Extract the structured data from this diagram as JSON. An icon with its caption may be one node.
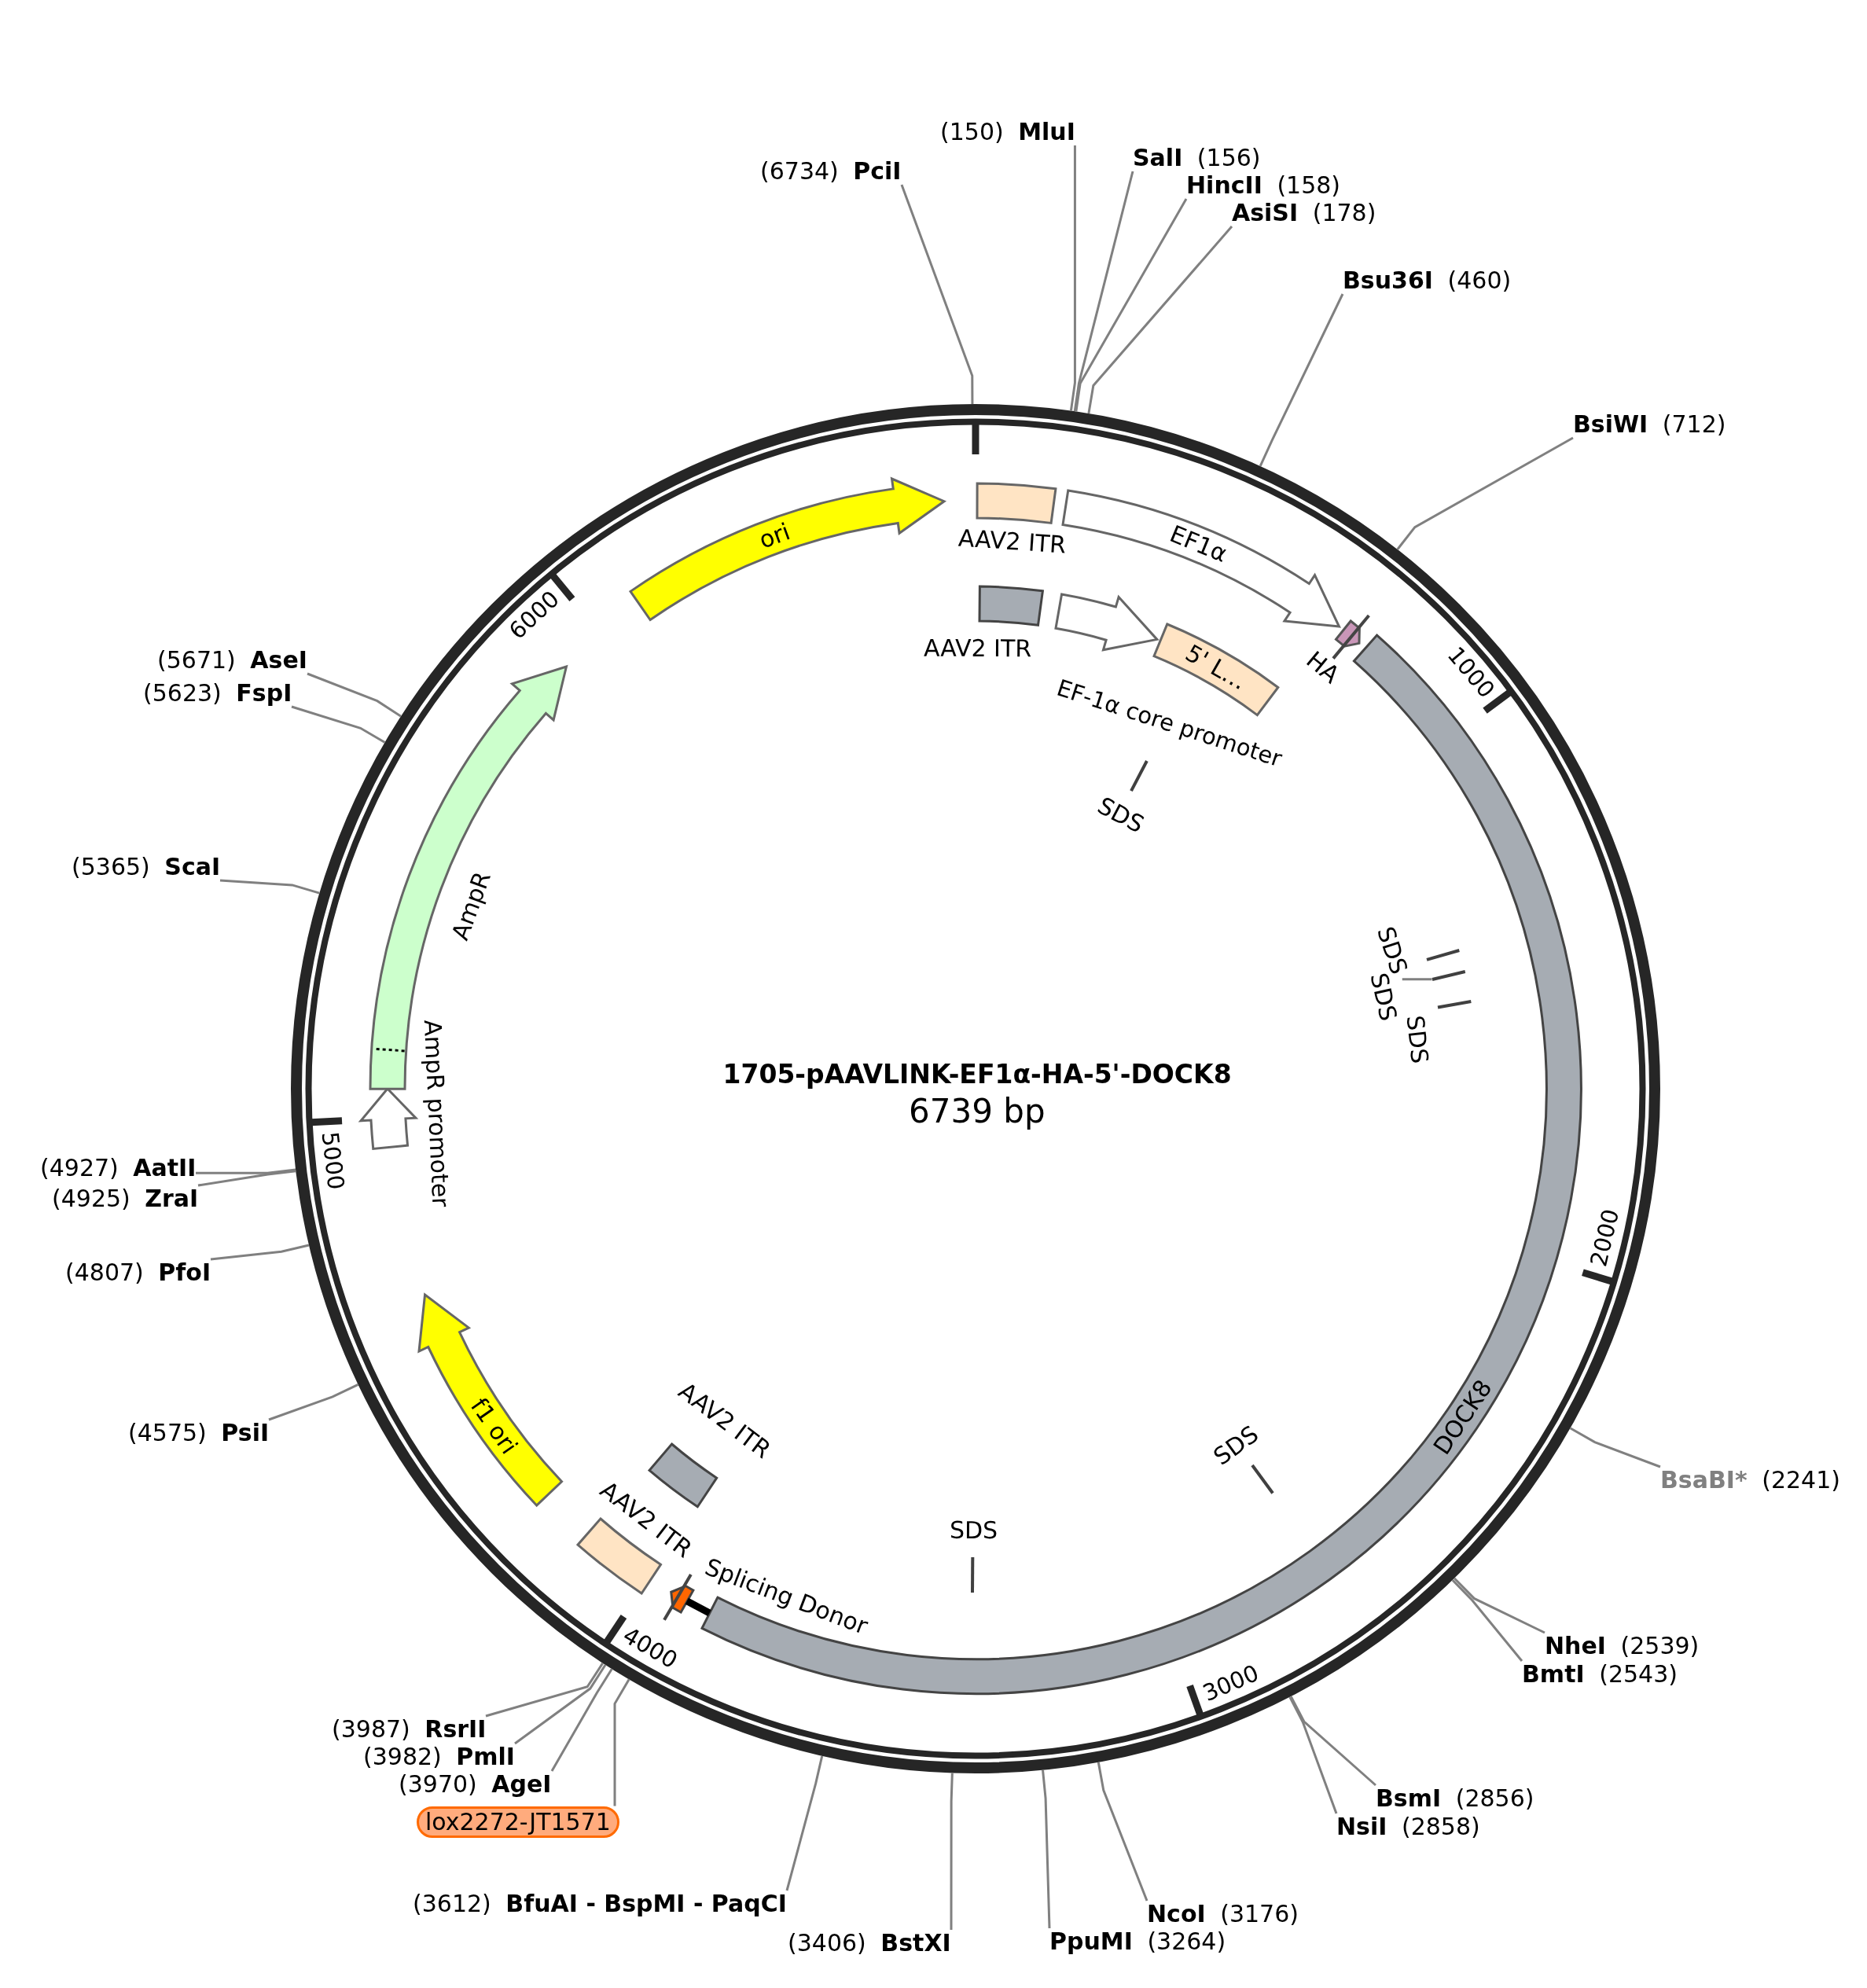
{
  "diagram": {
    "title": "1705-pAAVLINK-EF1α-HA-5'-DOCK8",
    "nodes": [
      {
        "text": [],
        "shape": "circle"
      },
      {
        "text": [
          "AAV2 ITR"
        ],
        "in": 0
      },
      {
        "text": [
          "AAV2 ITR"
        ],
        "in": 0
      },
      {
        "text": [
          "EF1α"
        ],
        "in": 0
      },
      {
        "text": [
          "EF-1α core promoter"
        ],
        "in": 0
      },
      {
        "text": [
          "5' L…"
        ],
        "in": 0
      },
      {
        "text": [
          "HA"
        ],
        "in": 0
      },
      {
        "text": [
          "SDS"
        ],
        "in": 0
      },
      {
        "text": [
          "DOCK8"
        ],
        "in": 0
      },
      {
        "text": [
          "SDS"
        ],
        "in": 0
      },
      {
        "text": [
          "SDS"
        ],
        "in": 0
      },
      {
        "text": [],
        "shape": "bar",
        "in": 0
      },
      {
        "text": [
          "SDS"
        ],
        "in": 0
      },
      {
        "text": [
          "SDS"
        ],
        "in": 0
      },
      {
        "text": [
          "SDS"
        ],
        "in": 0
      },
      {
        "text": [
          "Splicing Donor"
        ],
        "in": 0
      },
      {
        "text": [
          "AAV2 ITR"
        ],
        "in": 0
      },
      {
        "text": [
          "AAV2 ITR"
        ],
        "in": 0
      },
      {
        "text": [
          "f1 ori"
        ],
        "in": 0
      },
      {
        "text": [
          "AmpR promoter"
        ],
        "in": 0
      },
      {
        "text": [
          "AmpR"
        ],
        "in": 0
      },
      {
        "text": [
          "ori"
        ],
        "in": 0
      },
      {
        "text": [
          "(6734)",
          "PciI"
        ]
      },
      {
        "text": [
          "(150)",
          "MluI"
        ]
      },
      {
        "text": [
          "SalI",
          "(156)"
        ]
      },
      {
        "text": [
          "HincII",
          "(158)"
        ]
      },
      {
        "text": [
          "AsiSI",
          "(178)"
        ]
      },
      {
        "text": [
          "Bsu36I",
          "(460)"
        ]
      },
      {
        "text": [
          "BsiWI",
          "(712)"
        ]
      },
      {
        "text": [
          "BsaBI*",
          "(2241)"
        ]
      },
      {
        "text": [
          "NheI",
          "(2539)"
        ]
      },
      {
        "text": [
          "BmtI",
          "(2543)"
        ]
      },
      {
        "text": [
          "BsmI",
          "(2856)"
        ]
      },
      {
        "text": [
          "NsiI",
          "(2858)"
        ]
      },
      {
        "text": [
          "NcoI",
          "(3176)"
        ]
      },
      {
        "text": [
          "PpuMI",
          "(3264)"
        ]
      },
      {
        "text": [
          "(3406)",
          "BstXI"
        ]
      },
      {
        "text": [
          "(3612)",
          "BfuAI - BspMI - PaqCI"
        ]
      },
      {
        "text": [
          "lox2272-JT1571"
        ]
      },
      {
        "text": [
          "(3970)",
          "AgeI"
        ]
      },
      {
        "text": [
          "(3982)",
          "PmlI"
        ]
      },
      {
        "text": [
          "(3987)",
          "RsrII"
        ]
      },
      {
        "text": [
          "(4575)",
          "PsiI"
        ]
      },
      {
        "text": [
          "(4807)",
          "PfoI"
        ]
      },
      {
        "text": [
          "(4925)",
          "ZraI"
        ]
      },
      {
        "text": [
          "(4927)",
          "AatII"
        ]
      },
      {
        "text": [
          "(5365)",
          "ScaI"
        ]
      },
      {
        "text": [
          "(5623)",
          "FspI"
        ]
      },
      {
        "text": [
          "(5671)",
          "AseI"
        ]
      }
    ],
    "edges": [
      {
        "from": 10,
        "to": 11,
        "arrow": "none"
      },
      {
        "from": 15,
        "to": 8,
        "arrow": "none",
        "style": "thick",
        "color": "#000000"
      },
      {
        "from": 22,
        "to": 0,
        "arrow": "none"
      },
      {
        "from": 23,
        "to": 0,
        "arrow": "none"
      },
      {
        "from": 24,
        "to": 0,
        "arrow": "none"
      },
      {
        "from": 25,
        "to": 0,
        "arrow": "none"
      },
      {
        "from": 26,
        "to": 0,
        "arrow": "none"
      },
      {
        "from": 27,
        "to": 0,
        "arrow": "none"
      },
      {
        "from": 28,
        "to": 0,
        "arrow": "none"
      },
      {
        "from": 29,
        "to": 0,
        "arrow": "none"
      },
      {
        "from": 30,
        "to": 0,
        "arrow": "none"
      },
      {
        "from": 31,
        "to": 0,
        "arrow": "none"
      },
      {
        "from": 32,
        "to": 0,
        "arrow": "none"
      },
      {
        "from": 33,
        "to": 0,
        "arrow": "none"
      },
      {
        "from": 34,
        "to": 0,
        "arrow": "none"
      },
      {
        "from": 35,
        "to": 0,
        "arrow": "none"
      },
      {
        "from": 36,
        "to": 0,
        "arrow": "none"
      },
      {
        "from": 37,
        "to": 0,
        "arrow": "none"
      },
      {
        "from": 38,
        "to": 0,
        "arrow": "none"
      },
      {
        "from": 39,
        "to": 0,
        "arrow": "none"
      },
      {
        "from": 40,
        "to": 0,
        "arrow": "none"
      },
      {
        "from": 41,
        "to": 0,
        "arrow": "none"
      },
      {
        "from": 42,
        "to": 0,
        "arrow": "none"
      },
      {
        "from": 43,
        "to": 0,
        "arrow": "none"
      },
      {
        "from": 44,
        "to": 0,
        "arrow": "none"
      },
      {
        "from": 45,
        "to": 0,
        "arrow": "none"
      },
      {
        "from": 46,
        "to": 0,
        "arrow": "none"
      },
      {
        "from": 47,
        "to": 0,
        "arrow": "none"
      },
      {
        "from": 48,
        "to": 0,
        "arrow": "none"
      }
    ],
    "labels": [
      "6739 bp",
      "1000",
      "2000",
      "3000",
      "4000",
      "5000",
      "6000"
    ]
  }
}
